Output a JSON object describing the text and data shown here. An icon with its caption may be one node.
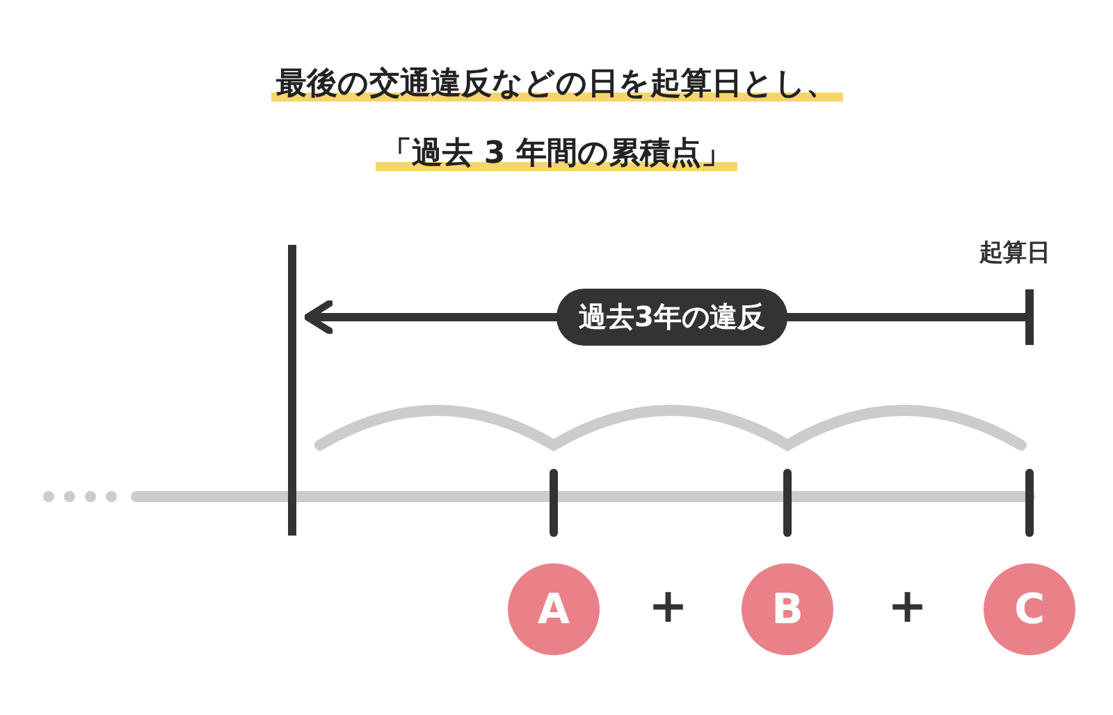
{
  "diagram": {
    "title": "最後の交通違反などの日を起算日とし、「過去 3 年間の累積点」",
    "nodes": [
      {
        "text": [],
        "shape": "bar"
      },
      {
        "text": [],
        "shape": "bar",
        "beside": [
          "起算日"
        ]
      },
      {
        "text": [
          "A"
        ]
      },
      {
        "text": [
          "B"
        ]
      },
      {
        "text": [
          "C"
        ]
      }
    ],
    "edges": [
      {
        "from": 1,
        "to": 0,
        "arrow": "to",
        "label": "過去3年の違反"
      }
    ],
    "labels": [
      "+",
      "+"
    ]
  }
}
